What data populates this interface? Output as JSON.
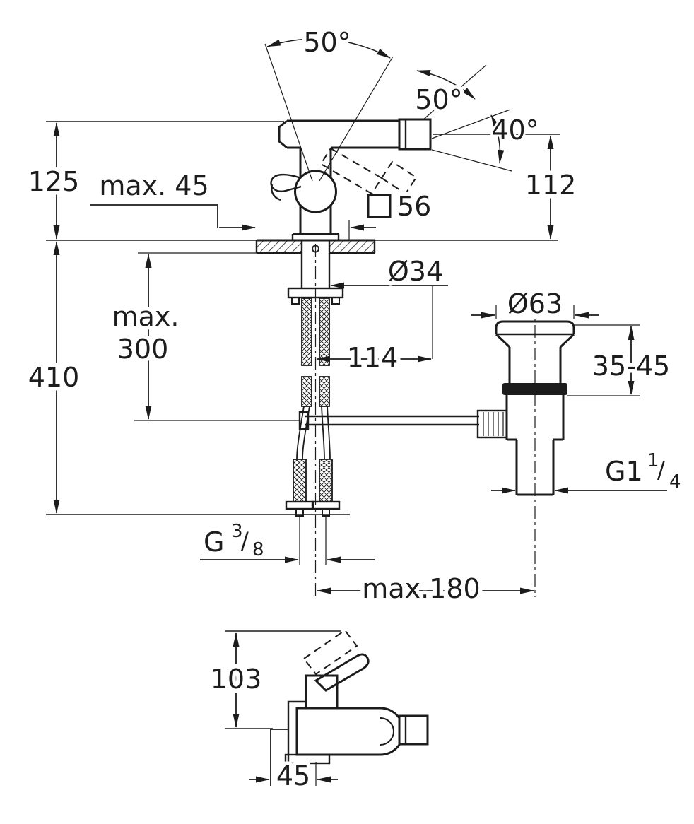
{
  "colors": {
    "line": "#1c1c1c",
    "background": "#ffffff"
  },
  "labels": {
    "angle_handle": "50°",
    "angle_spout": "50°",
    "angle_tilt": "40°",
    "dim_125": "125",
    "dim_max45": "max. 45",
    "dim_112": "112",
    "dim_sq56": "56",
    "dim_o34": "Ø34",
    "dim_max300_1": "max.",
    "dim_max300_2": "300",
    "dim_410": "410",
    "dim_114": "114",
    "dim_o63": "Ø63",
    "dim_3545": "35-45",
    "g114_base": "G1",
    "g114_num": "1",
    "g114_slash": "/",
    "g114_den": "4",
    "g38_base": "G",
    "g38_num": "3",
    "g38_slash": "/",
    "g38_den": "8",
    "dim_max180": "max.180",
    "dim_103": "103",
    "dim_45": "45"
  }
}
